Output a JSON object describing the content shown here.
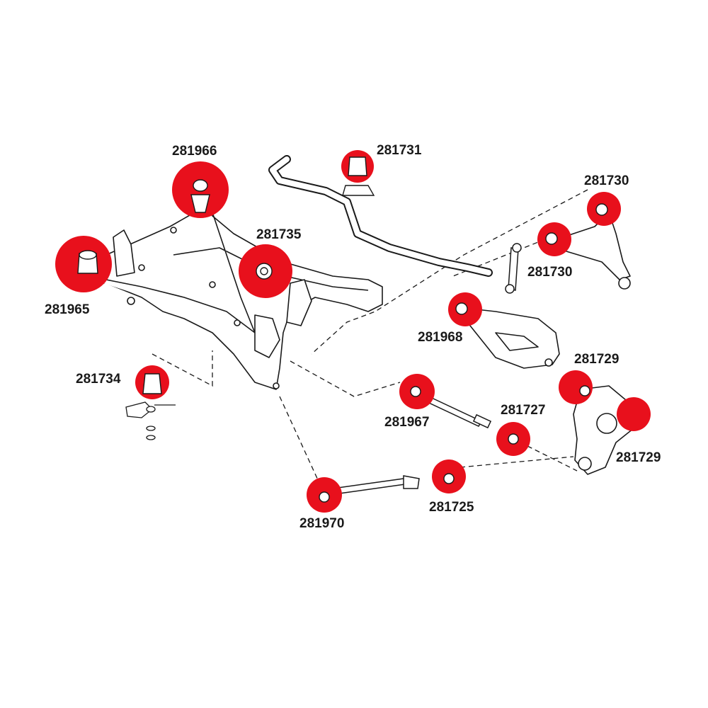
{
  "colors": {
    "bushing_highlight": "#e8101c",
    "line_art": "#1a1a1a",
    "background": "#ffffff"
  },
  "labels": {
    "p281966": "281966",
    "p281731": "281731",
    "p281730_top": "281730",
    "p281735": "281735",
    "p281730_mid": "281730",
    "p281965": "281965",
    "p281968": "281968",
    "p281729_top": "281729",
    "p281734": "281734",
    "p281727": "281727",
    "p281967": "281967",
    "p281729_bottom": "281729",
    "p281725": "281725",
    "p281970": "281970"
  }
}
